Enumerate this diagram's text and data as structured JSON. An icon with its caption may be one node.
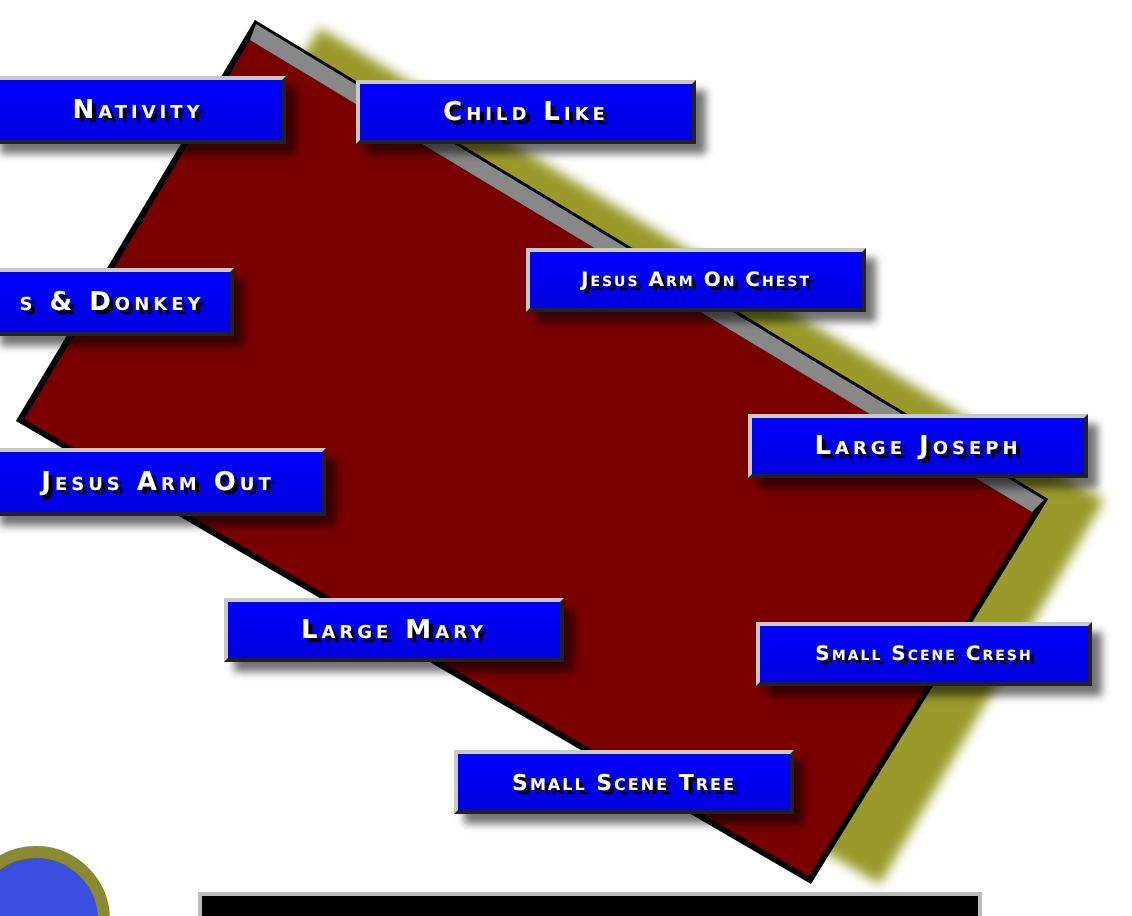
{
  "diagram": {
    "nodes": [
      {
        "text": [
          "Nativity"
        ]
      },
      {
        "text": [
          "Child Like"
        ]
      },
      {
        "text": [
          "s & Donkey"
        ]
      },
      {
        "text": [
          "Jesus Arm On Chest"
        ]
      },
      {
        "text": [
          "Large Joseph"
        ]
      },
      {
        "text": [
          "Jesus Arm Out"
        ]
      },
      {
        "text": [
          "Large Mary"
        ]
      },
      {
        "text": [
          "Small Scene Cresh"
        ]
      },
      {
        "text": [
          "Small Scene Tree"
        ]
      }
    ],
    "edges": []
  }
}
